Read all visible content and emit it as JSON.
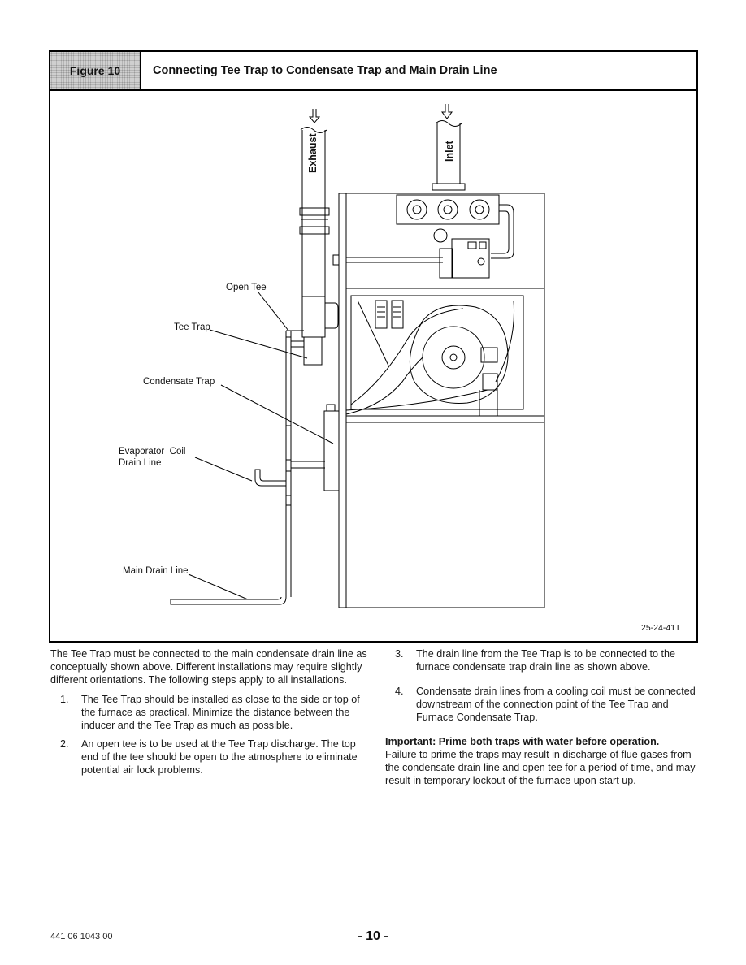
{
  "figure": {
    "label": "Figure 10",
    "title": "Connecting Tee Trap to Condensate Trap and Main Drain Line",
    "code": "25-24-41T",
    "labels": {
      "exhaust": "Exhaust",
      "inlet": "Inlet",
      "open_tee": "Open Tee",
      "tee_trap": "Tee Trap",
      "condensate_trap": "Condensate Trap",
      "evap_line1": "Evaporator  Coil",
      "evap_line2": "Drain Line",
      "main_drain": "Main Drain Line"
    }
  },
  "body": {
    "intro": "The Tee Trap must be connected to the main condensate drain line as conceptually shown above. Different installations may require slightly different orientations. The following steps apply to all installations.",
    "steps": [
      {
        "num": "1.",
        "text": "The Tee Trap should be installed as close to the side or top of the furnace as practical. Minimize the distance between the inducer and the Tee Trap as much as possible."
      },
      {
        "num": "2.",
        "text": "An open tee is to be used at the Tee Trap discharge. The top end of the tee should be open to the atmosphere to eliminate potential air lock problems."
      },
      {
        "num": "3.",
        "text": "The drain line from the Tee Trap is to be connected to the furnace condensate trap drain line as shown above."
      },
      {
        "num": "4.",
        "text": "Condensate drain lines from a cooling coil must be connected downstream of the connection point of the Tee Trap and Furnace Condensate Trap."
      }
    ],
    "important_heading": "Important: Prime both traps with water before operation.",
    "important_text": "Failure to prime the traps may result in discharge of flue gases from the condensate drain line and open tee for a period of time, and may result in temporary lockout of the furnace upon start up."
  },
  "footer": {
    "doc_number": "441 06 1043 00",
    "page": "- 10 -"
  }
}
